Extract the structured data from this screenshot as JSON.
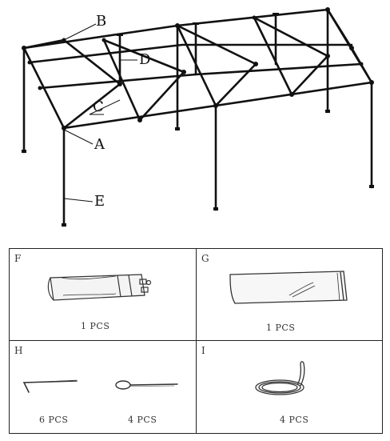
{
  "assembly": {
    "callouts": {
      "a": "A",
      "b": "B",
      "c": "C",
      "d": "D",
      "e": "E"
    }
  },
  "parts": {
    "f": {
      "letter": "F",
      "qty": "1 PCS"
    },
    "g": {
      "letter": "G",
      "qty": "1 PCS"
    },
    "h": {
      "letter": "H",
      "qty_stake": "6 PCS",
      "qty_peg": "4 PCS"
    },
    "i": {
      "letter": "I",
      "qty": "4 PCS"
    }
  },
  "colors": {
    "line": "#111111",
    "border": "#222222"
  }
}
